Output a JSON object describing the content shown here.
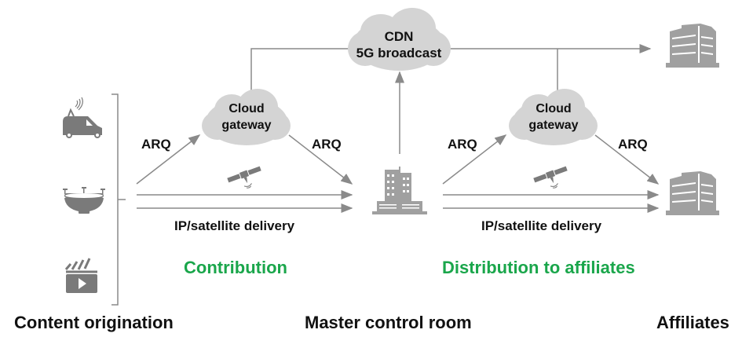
{
  "colors": {
    "line": "#8a8a8a",
    "icon": "#8c8c8c",
    "cloud": "#d4d4d4",
    "accent_green": "#1aa64b",
    "text": "#111111"
  },
  "clouds": {
    "cdn": {
      "line1": "CDN",
      "line2": "5G broadcast"
    },
    "gateway_left": {
      "line1": "Cloud",
      "line2": "gateway"
    },
    "gateway_right": {
      "line1": "Cloud",
      "line2": "gateway"
    }
  },
  "links": {
    "arq_1": "ARQ",
    "arq_2": "ARQ",
    "arq_3": "ARQ",
    "arq_4": "ARQ",
    "delivery_left": "IP/satellite delivery",
    "delivery_right": "IP/satellite delivery"
  },
  "phases": {
    "contribution": "Contribution",
    "distribution": "Distribution to affiliates"
  },
  "columns": {
    "origination": "Content origination",
    "master": "Master control room",
    "affiliates": "Affiliates"
  },
  "icons": [
    "broadcast-van-icon",
    "stadium-icon",
    "clapperboard-icon",
    "satellite-icon",
    "office-tower-icon",
    "building-icon"
  ]
}
